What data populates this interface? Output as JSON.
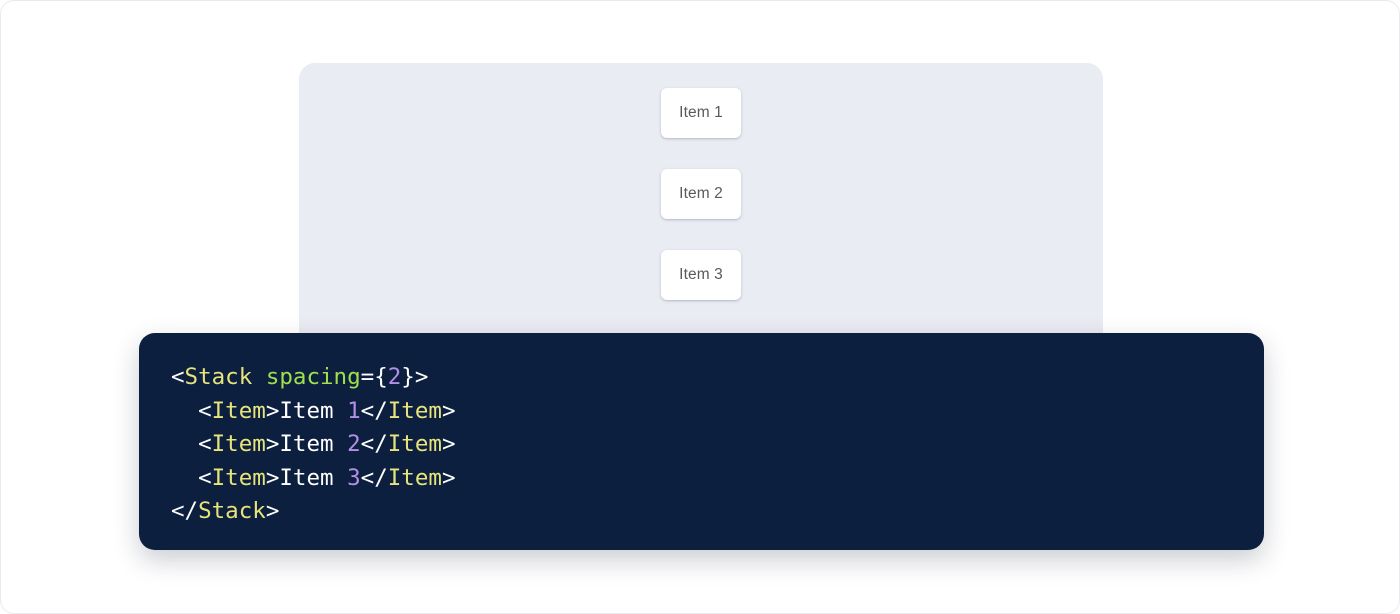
{
  "preview": {
    "panel_bg": "#e9ecf2",
    "stack": {
      "direction": "vertical",
      "spacing": 2,
      "items": [
        {
          "label": "Item 1"
        },
        {
          "label": "Item 2"
        },
        {
          "label": "Item 3"
        }
      ]
    }
  },
  "code_panel": {
    "background": "#0c1f3f",
    "language": "jsx",
    "colors": {
      "tag": "#e8e47c",
      "attribute": "#9fe04c",
      "number": "#b48ee8",
      "punctuation": "#ffffff",
      "text": "#ffffff"
    },
    "lines": [
      {
        "tokens": [
          {
            "type": "punct",
            "text": "<"
          },
          {
            "type": "tag",
            "text": "Stack"
          },
          {
            "type": "punct",
            "text": " "
          },
          {
            "type": "attr",
            "text": "spacing"
          },
          {
            "type": "punct",
            "text": "={"
          },
          {
            "type": "num",
            "text": "2"
          },
          {
            "type": "punct",
            "text": "}>"
          }
        ]
      },
      {
        "tokens": [
          {
            "type": "indent",
            "text": "  "
          },
          {
            "type": "punct",
            "text": "<"
          },
          {
            "type": "tag",
            "text": "Item"
          },
          {
            "type": "punct",
            "text": ">"
          },
          {
            "type": "text",
            "text": "Item "
          },
          {
            "type": "num",
            "text": "1"
          },
          {
            "type": "punct",
            "text": "</"
          },
          {
            "type": "tag",
            "text": "Item"
          },
          {
            "type": "punct",
            "text": ">"
          }
        ]
      },
      {
        "tokens": [
          {
            "type": "indent",
            "text": "  "
          },
          {
            "type": "punct",
            "text": "<"
          },
          {
            "type": "tag",
            "text": "Item"
          },
          {
            "type": "punct",
            "text": ">"
          },
          {
            "type": "text",
            "text": "Item "
          },
          {
            "type": "num",
            "text": "2"
          },
          {
            "type": "punct",
            "text": "</"
          },
          {
            "type": "tag",
            "text": "Item"
          },
          {
            "type": "punct",
            "text": ">"
          }
        ]
      },
      {
        "tokens": [
          {
            "type": "indent",
            "text": "  "
          },
          {
            "type": "punct",
            "text": "<"
          },
          {
            "type": "tag",
            "text": "Item"
          },
          {
            "type": "punct",
            "text": ">"
          },
          {
            "type": "text",
            "text": "Item "
          },
          {
            "type": "num",
            "text": "3"
          },
          {
            "type": "punct",
            "text": "</"
          },
          {
            "type": "tag",
            "text": "Item"
          },
          {
            "type": "punct",
            "text": ">"
          }
        ]
      },
      {
        "tokens": [
          {
            "type": "punct",
            "text": "</"
          },
          {
            "type": "tag",
            "text": "Stack"
          },
          {
            "type": "punct",
            "text": ">"
          }
        ]
      }
    ]
  }
}
